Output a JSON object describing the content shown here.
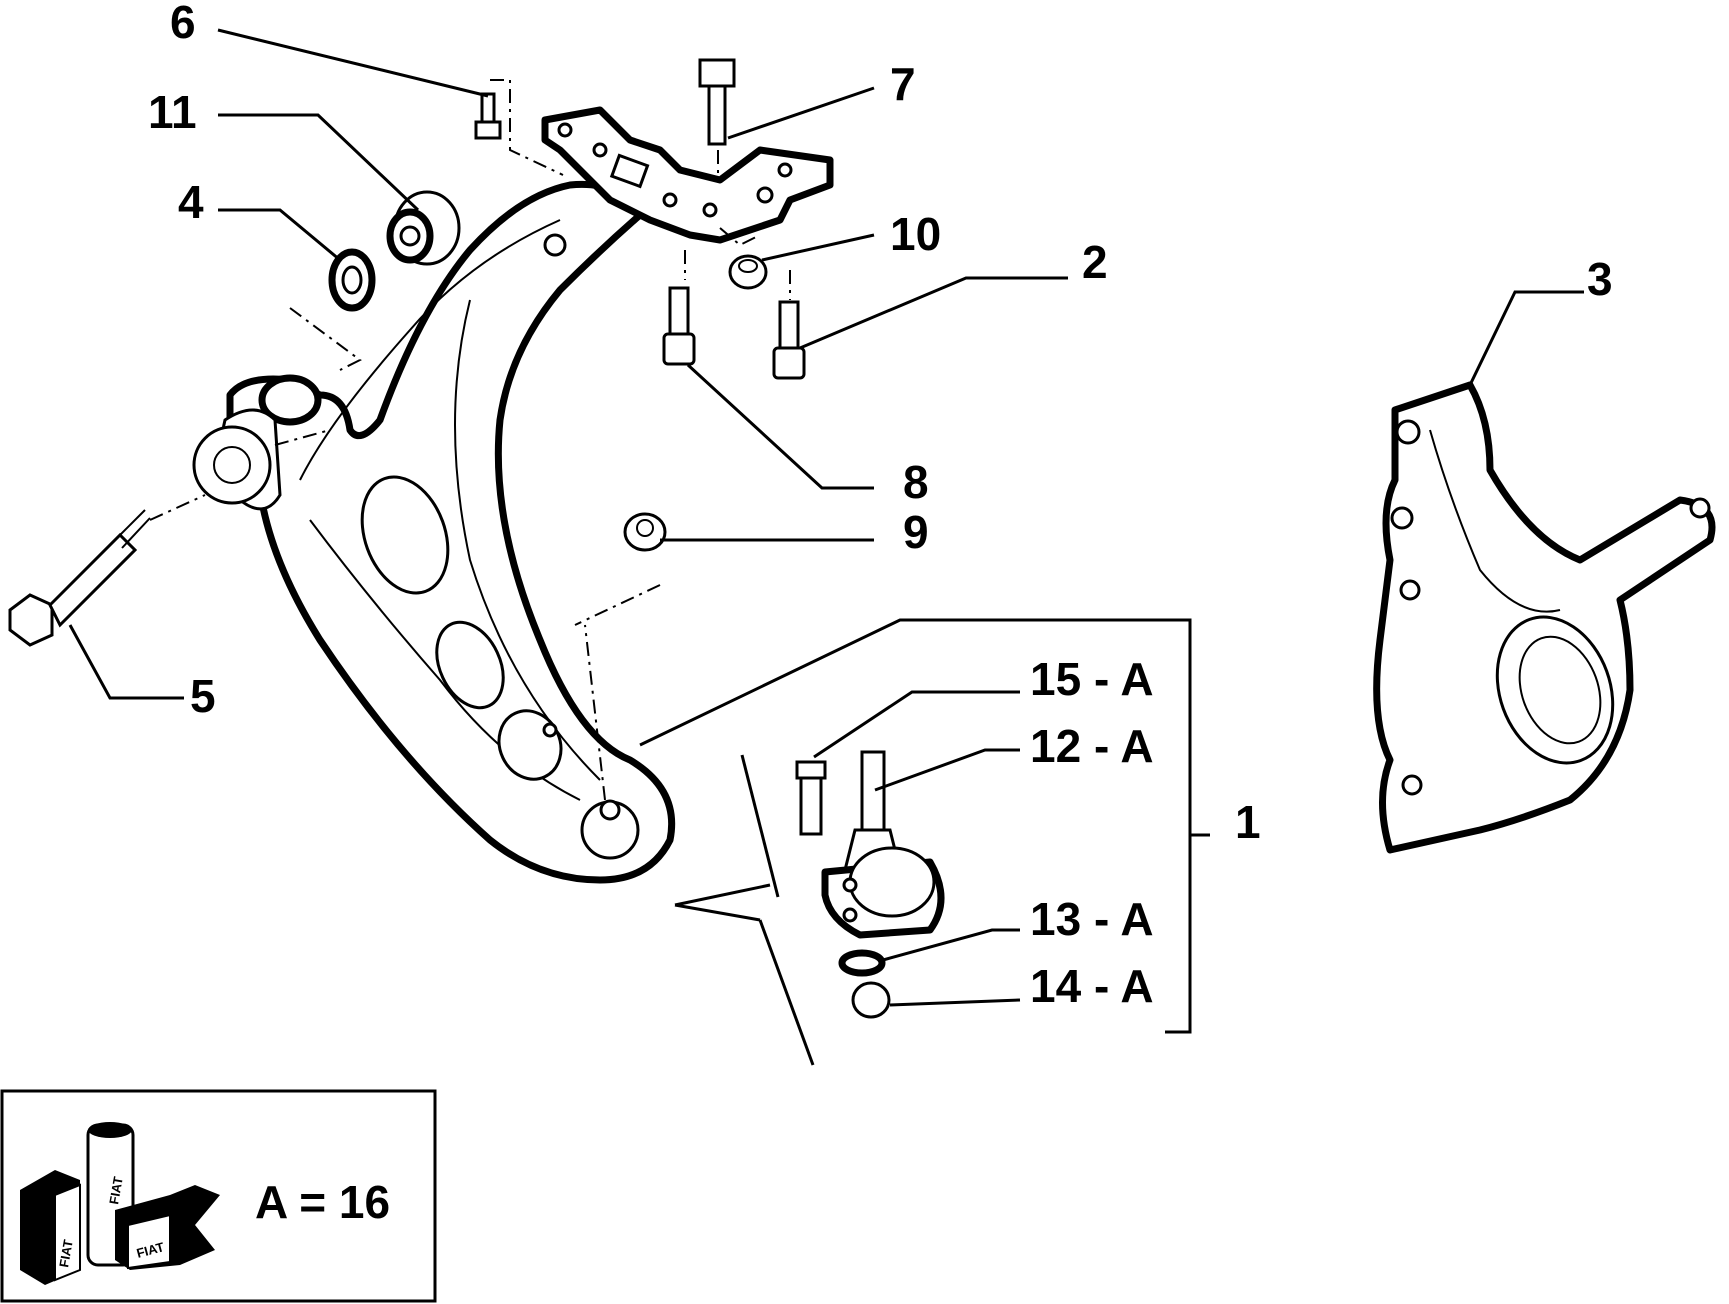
{
  "callouts": {
    "c6": "6",
    "c7": "7",
    "c11": "11",
    "c4": "4",
    "c10": "10",
    "c2": "2",
    "c3": "3",
    "c8": "8",
    "c9": "9",
    "c5": "5",
    "c15": "15 - A",
    "c12": "12 - A",
    "c1": "1",
    "c13": "13 - A",
    "c14": "14 - A"
  },
  "kit": {
    "label": "A = 16",
    "brand": "FIAT"
  }
}
